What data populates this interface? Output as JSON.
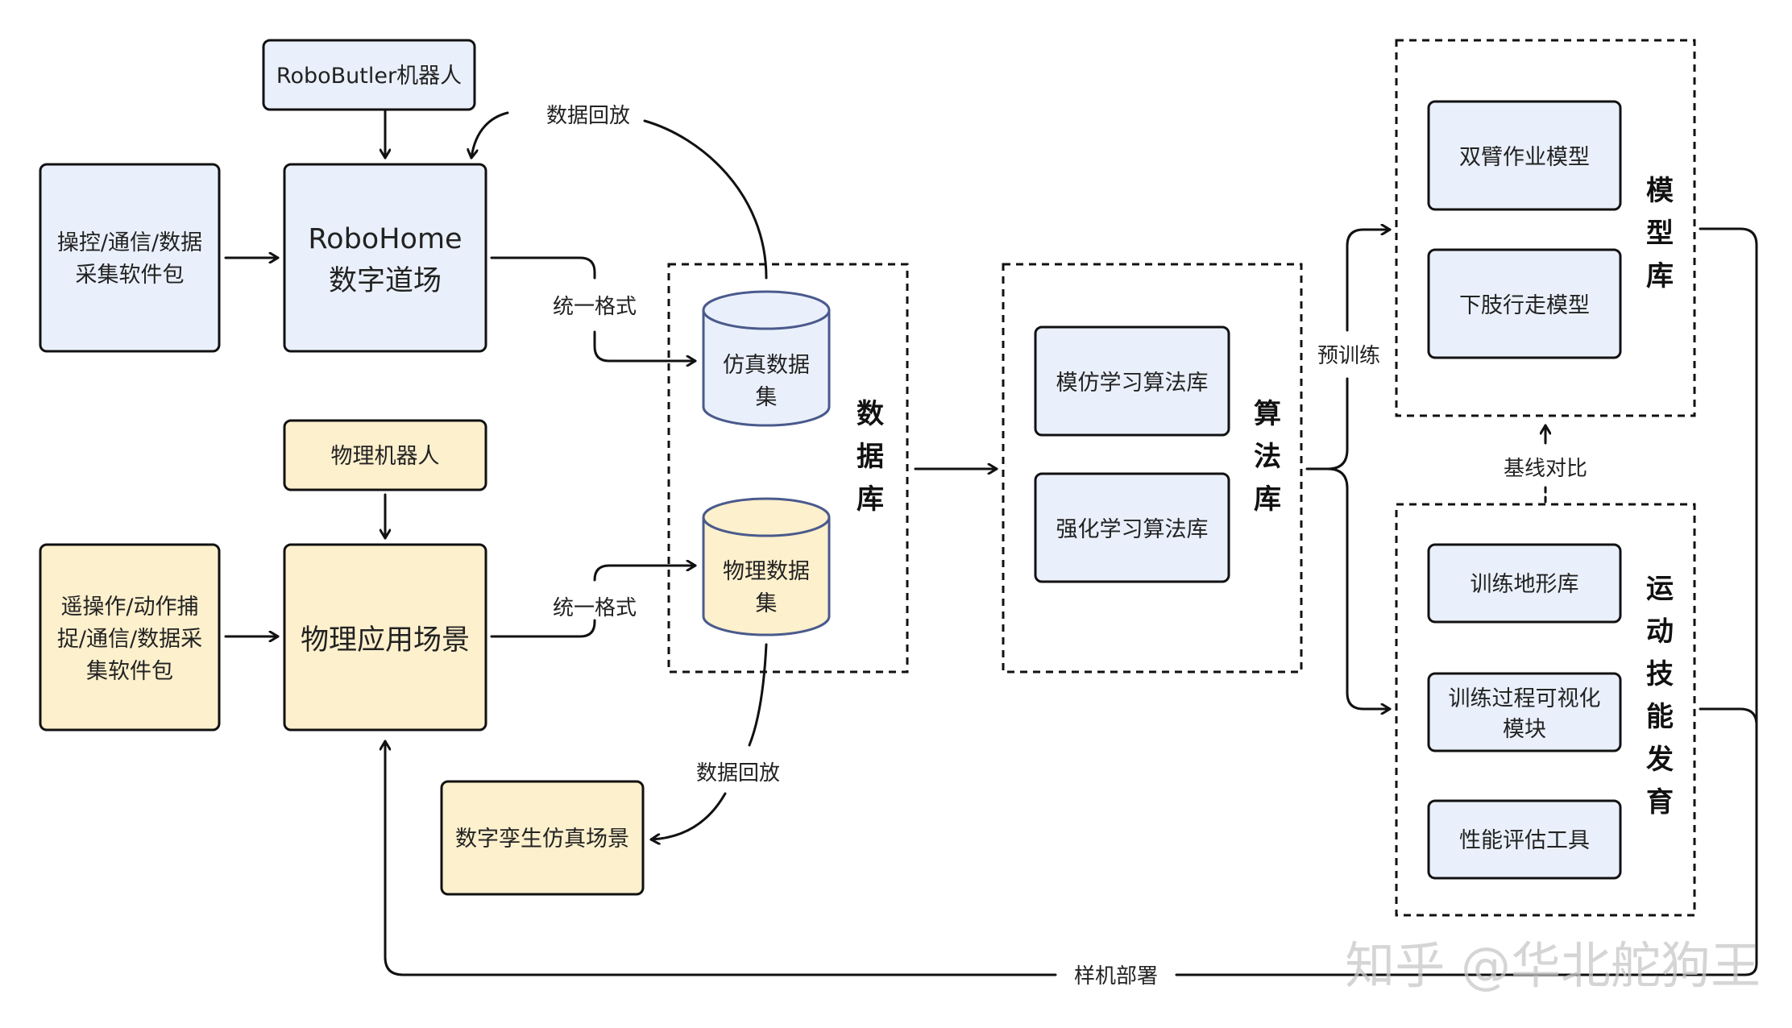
{
  "colors": {
    "blue_fill": "#eaf0fb",
    "yellow_fill": "#fdf0cd",
    "cyl_stroke": "#4a5a8c",
    "line": "#111111"
  },
  "boxes": {
    "robobutler": "RoboButler机器人",
    "sim_kit": [
      "操控/通信/数据",
      "采集软件包"
    ],
    "robohome": [
      "RoboHome",
      "数字道场"
    ],
    "phys_robot": "物理机器人",
    "phys_kit": [
      "遥操作/动作捕",
      "捉/通信/数据采",
      "集软件包"
    ],
    "phys_scene": "物理应用场景",
    "twin_scene": "数字孪生仿真场景",
    "imitation": "模仿学习算法库",
    "rl": "强化学习算法库",
    "dual_arm": "双臂作业模型",
    "legged": "下肢行走模型",
    "terrain": "训练地形库",
    "viz": [
      "训练过程可视化",
      "模块"
    ],
    "eval": "性能评估工具"
  },
  "cylinders": {
    "sim_dataset": [
      "仿真数据",
      "集"
    ],
    "phys_dataset": [
      "物理数据",
      "集"
    ]
  },
  "group_labels": {
    "database": [
      "数",
      "据",
      "库"
    ],
    "algorithm": [
      "算",
      "法",
      "库"
    ],
    "model": [
      "模",
      "型",
      "库"
    ],
    "motor": [
      "运",
      "动",
      "技",
      "能",
      "发",
      "育"
    ]
  },
  "edge_labels": {
    "replay_top": "数据回放",
    "format_top": "统一格式",
    "format_bottom": "统一格式",
    "replay_bottom": "数据回放",
    "pretrain": "预训练",
    "baseline": "基线对比",
    "deploy": "样机部署"
  },
  "watermark": "知乎 @华北舵狗王"
}
